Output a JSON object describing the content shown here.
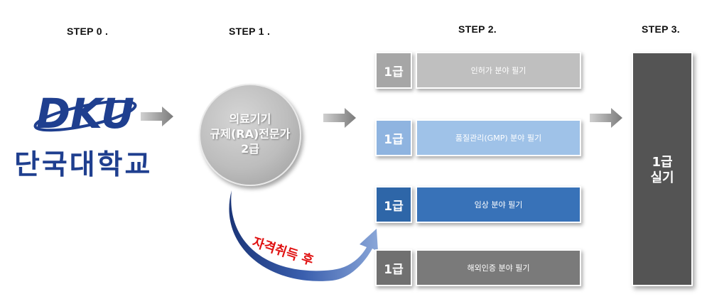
{
  "steps": {
    "step0": "STEP 0 .",
    "step1": "STEP 1 .",
    "step2": "STEP 2.",
    "step3": "STEP 3."
  },
  "logo": {
    "mark": "DKU",
    "name": "단국대학교"
  },
  "step1_circle": {
    "line1": "의료기기",
    "line2": "규제(RA)전문가",
    "line3": "2급"
  },
  "step2_rows": [
    {
      "grade": "1급",
      "label": "인허가 분야 필기",
      "grade_color": "#a6a6a6",
      "bar_color": "#bfbfbf"
    },
    {
      "grade": "1급",
      "label": "품질관리(GMP) 분야 필기",
      "grade_color": "#8fb4e0",
      "bar_color": "#9fc2e8"
    },
    {
      "grade": "1급",
      "label": "임상 분야 필기",
      "grade_color": "#2e66a8",
      "bar_color": "#3872b8"
    },
    {
      "grade": "1급",
      "label": "해외인증 분야 필기",
      "grade_color": "#707070",
      "bar_color": "#7a7a7a"
    }
  ],
  "step3_box": {
    "line1": "1급",
    "line2": "실기"
  },
  "curve_label": "자격취득 후",
  "colors": {
    "logo_blue": "#1f3f8f",
    "curve_arrow": "#223f8a",
    "final_box": "#545454",
    "arrow_gray": "#8c8c8c"
  }
}
